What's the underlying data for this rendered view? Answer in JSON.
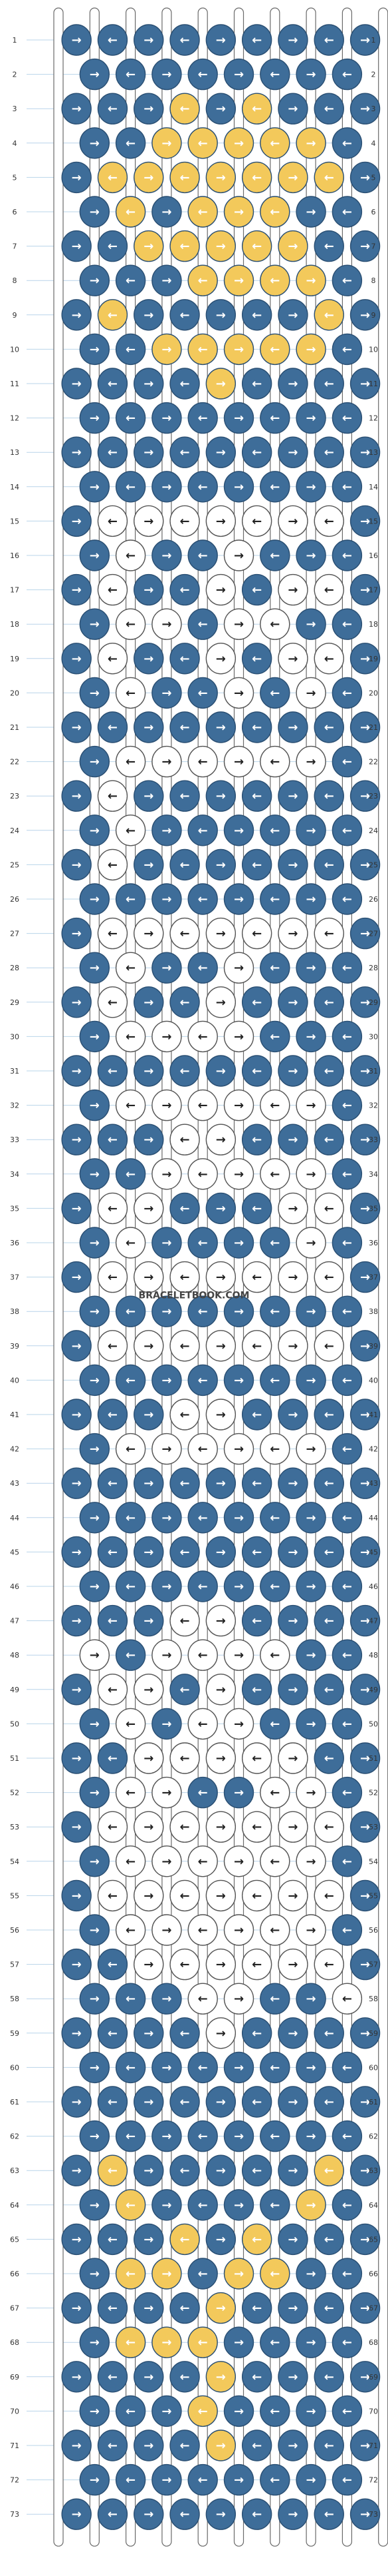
{
  "pattern": {
    "site": "BRACELETBOOK.COM",
    "rows": 73,
    "colors": {
      "blue": "#3e6d99",
      "white": "#ffffff",
      "yellow": "#f3c95b",
      "strand_outline": "#6a6a6a",
      "rowline": "#b9d4ea"
    },
    "strand_colors": [
      "blue",
      "blue",
      "blue",
      "blue",
      "blue",
      "blue",
      "blue",
      "blue",
      "blue",
      "blue"
    ],
    "rows_data": [
      {
        "row": 1,
        "knots": [
          "B",
          "B",
          "B",
          "B",
          "B",
          "B",
          "B",
          "B",
          "B"
        ]
      },
      {
        "row": 2,
        "knots": [
          "B",
          "B",
          "B",
          "B",
          "B",
          "B",
          "B",
          "B"
        ]
      },
      {
        "row": 3,
        "knots": [
          "B",
          "B",
          "B",
          "Y",
          "B",
          "Y",
          "B",
          "B",
          "B"
        ]
      },
      {
        "row": 4,
        "knots": [
          "B",
          "B",
          "Y",
          "Y",
          "Y",
          "Y",
          "Y",
          "B"
        ]
      },
      {
        "row": 5,
        "knots": [
          "B",
          "Y",
          "Y",
          "Y",
          "Y",
          "Y",
          "Y",
          "Y",
          "B"
        ]
      },
      {
        "row": 6,
        "knots": [
          "B",
          "Y",
          "B",
          "Y",
          "Y",
          "Y",
          "B",
          "B"
        ]
      },
      {
        "row": 7,
        "knots": [
          "B",
          "B",
          "Y",
          "Y",
          "Y",
          "Y",
          "Y",
          "B",
          "B"
        ]
      },
      {
        "row": 8,
        "knots": [
          "B",
          "B",
          "B",
          "Y",
          "Y",
          "Y",
          "Y",
          "B"
        ]
      },
      {
        "row": 9,
        "knots": [
          "B",
          "Y",
          "B",
          "B",
          "B",
          "B",
          "B",
          "Y",
          "B"
        ]
      },
      {
        "row": 10,
        "knots": [
          "B",
          "B",
          "Y",
          "Y",
          "Y",
          "Y",
          "Y",
          "B"
        ]
      },
      {
        "row": 11,
        "knots": [
          "B",
          "B",
          "B",
          "B",
          "Y",
          "B",
          "B",
          "B",
          "B"
        ]
      },
      {
        "row": 12,
        "knots": [
          "B",
          "B",
          "B",
          "B",
          "B",
          "B",
          "B",
          "B"
        ]
      },
      {
        "row": 13,
        "knots": [
          "B",
          "B",
          "B",
          "B",
          "B",
          "B",
          "B",
          "B",
          "B"
        ]
      },
      {
        "row": 14,
        "knots": [
          "B",
          "B",
          "B",
          "B",
          "B",
          "B",
          "B",
          "B"
        ]
      },
      {
        "row": 15,
        "knots": [
          "B",
          "W",
          "W",
          "W",
          "W",
          "W",
          "W",
          "W",
          "B"
        ]
      },
      {
        "row": 16,
        "knots": [
          "B",
          "W",
          "B",
          "B",
          "W",
          "B",
          "B",
          "B"
        ]
      },
      {
        "row": 17,
        "knots": [
          "B",
          "W",
          "B",
          "B",
          "W",
          "B",
          "W",
          "W",
          "B"
        ]
      },
      {
        "row": 18,
        "knots": [
          "B",
          "W",
          "W",
          "B",
          "W",
          "W",
          "B",
          "B"
        ]
      },
      {
        "row": 19,
        "knots": [
          "B",
          "W",
          "B",
          "B",
          "W",
          "B",
          "W",
          "W",
          "B"
        ]
      },
      {
        "row": 20,
        "knots": [
          "B",
          "W",
          "B",
          "B",
          "W",
          "B",
          "W",
          "B"
        ]
      },
      {
        "row": 21,
        "knots": [
          "B",
          "B",
          "B",
          "B",
          "B",
          "B",
          "B",
          "B",
          "B"
        ]
      },
      {
        "row": 22,
        "knots": [
          "B",
          "W",
          "W",
          "W",
          "W",
          "W",
          "W",
          "B"
        ]
      },
      {
        "row": 23,
        "knots": [
          "B",
          "W",
          "B",
          "B",
          "B",
          "B",
          "B",
          "B",
          "B"
        ]
      },
      {
        "row": 24,
        "knots": [
          "B",
          "W",
          "B",
          "B",
          "B",
          "B",
          "B",
          "B"
        ]
      },
      {
        "row": 25,
        "knots": [
          "B",
          "W",
          "B",
          "B",
          "B",
          "B",
          "B",
          "B",
          "B"
        ]
      },
      {
        "row": 26,
        "knots": [
          "B",
          "B",
          "B",
          "B",
          "B",
          "B",
          "B",
          "B"
        ]
      },
      {
        "row": 27,
        "knots": [
          "B",
          "W",
          "W",
          "W",
          "W",
          "W",
          "W",
          "W",
          "B"
        ]
      },
      {
        "row": 28,
        "knots": [
          "B",
          "W",
          "B",
          "B",
          "W",
          "B",
          "B",
          "B"
        ]
      },
      {
        "row": 29,
        "knots": [
          "B",
          "W",
          "B",
          "B",
          "W",
          "B",
          "B",
          "B",
          "B"
        ]
      },
      {
        "row": 30,
        "knots": [
          "B",
          "W",
          "W",
          "W",
          "W",
          "B",
          "B",
          "B"
        ]
      },
      {
        "row": 31,
        "knots": [
          "B",
          "B",
          "B",
          "B",
          "B",
          "B",
          "B",
          "B",
          "B"
        ]
      },
      {
        "row": 32,
        "knots": [
          "B",
          "W",
          "W",
          "W",
          "W",
          "W",
          "W",
          "B"
        ]
      },
      {
        "row": 33,
        "knots": [
          "B",
          "B",
          "B",
          "W",
          "W",
          "B",
          "B",
          "B",
          "B"
        ]
      },
      {
        "row": 34,
        "knots": [
          "B",
          "B",
          "W",
          "W",
          "W",
          "W",
          "W",
          "B"
        ]
      },
      {
        "row": 35,
        "knots": [
          "B",
          "W",
          "W",
          "B",
          "B",
          "B",
          "W",
          "W",
          "B"
        ]
      },
      {
        "row": 36,
        "knots": [
          "B",
          "W",
          "B",
          "B",
          "B",
          "B",
          "W",
          "B"
        ]
      },
      {
        "row": 37,
        "knots": [
          "B",
          "W",
          "W",
          "W",
          "W",
          "W",
          "W",
          "W",
          "B"
        ]
      },
      {
        "row": 38,
        "knots": [
          "B",
          "B",
          "B",
          "B",
          "B",
          "B",
          "B",
          "B"
        ]
      },
      {
        "row": 39,
        "knots": [
          "B",
          "W",
          "W",
          "W",
          "W",
          "W",
          "W",
          "W",
          "B"
        ]
      },
      {
        "row": 40,
        "knots": [
          "B",
          "B",
          "B",
          "B",
          "B",
          "B",
          "B",
          "B"
        ]
      },
      {
        "row": 41,
        "knots": [
          "B",
          "B",
          "B",
          "W",
          "W",
          "B",
          "B",
          "B",
          "B"
        ]
      },
      {
        "row": 42,
        "knots": [
          "B",
          "W",
          "W",
          "W",
          "W",
          "W",
          "W",
          "B"
        ]
      },
      {
        "row": 43,
        "knots": [
          "B",
          "B",
          "B",
          "B",
          "B",
          "B",
          "B",
          "B",
          "B"
        ]
      },
      {
        "row": 44,
        "knots": [
          "B",
          "B",
          "B",
          "B",
          "B",
          "B",
          "B",
          "B"
        ]
      },
      {
        "row": 45,
        "knots": [
          "B",
          "B",
          "B",
          "B",
          "B",
          "B",
          "B",
          "B",
          "B"
        ]
      },
      {
        "row": 46,
        "knots": [
          "B",
          "B",
          "B",
          "B",
          "B",
          "B",
          "B",
          "B"
        ]
      },
      {
        "row": 47,
        "knots": [
          "B",
          "B",
          "B",
          "W",
          "W",
          "B",
          "B",
          "B",
          "B"
        ]
      },
      {
        "row": 48,
        "knots": [
          "W",
          "B",
          "W",
          "W",
          "W",
          "W",
          "B",
          "B"
        ]
      },
      {
        "row": 49,
        "knots": [
          "B",
          "W",
          "W",
          "B",
          "W",
          "B",
          "B",
          "B",
          "B"
        ]
      },
      {
        "row": 50,
        "knots": [
          "B",
          "W",
          "B",
          "W",
          "W",
          "B",
          "B",
          "B"
        ]
      },
      {
        "row": 51,
        "knots": [
          "B",
          "B",
          "W",
          "W",
          "W",
          "W",
          "W",
          "B",
          "B"
        ]
      },
      {
        "row": 52,
        "knots": [
          "B",
          "W",
          "W",
          "B",
          "B",
          "W",
          "W",
          "B"
        ]
      },
      {
        "row": 53,
        "knots": [
          "B",
          "W",
          "W",
          "W",
          "W",
          "W",
          "W",
          "W",
          "B"
        ]
      },
      {
        "row": 54,
        "knots": [
          "B",
          "W",
          "W",
          "W",
          "W",
          "W",
          "W",
          "B"
        ]
      },
      {
        "row": 55,
        "knots": [
          "B",
          "W",
          "W",
          "W",
          "W",
          "W",
          "W",
          "W",
          "B"
        ]
      },
      {
        "row": 56,
        "knots": [
          "B",
          "W",
          "W",
          "W",
          "W",
          "W",
          "W",
          "B"
        ]
      },
      {
        "row": 57,
        "knots": [
          "B",
          "B",
          "W",
          "W",
          "W",
          "W",
          "W",
          "W",
          "B"
        ]
      },
      {
        "row": 58,
        "knots": [
          "B",
          "B",
          "B",
          "W",
          "W",
          "B",
          "B",
          "W"
        ]
      },
      {
        "row": 59,
        "knots": [
          "B",
          "B",
          "B",
          "B",
          "W",
          "B",
          "B",
          "B",
          "B"
        ]
      },
      {
        "row": 60,
        "knots": [
          "B",
          "B",
          "B",
          "B",
          "B",
          "B",
          "B",
          "B"
        ]
      },
      {
        "row": 61,
        "knots": [
          "B",
          "B",
          "B",
          "B",
          "B",
          "B",
          "B",
          "B",
          "B"
        ]
      },
      {
        "row": 62,
        "knots": [
          "B",
          "B",
          "B",
          "B",
          "B",
          "B",
          "B",
          "B"
        ]
      },
      {
        "row": 63,
        "knots": [
          "B",
          "Y",
          "B",
          "B",
          "B",
          "B",
          "B",
          "Y",
          "B"
        ]
      },
      {
        "row": 64,
        "knots": [
          "B",
          "Y",
          "B",
          "B",
          "B",
          "B",
          "Y",
          "B"
        ]
      },
      {
        "row": 65,
        "knots": [
          "B",
          "B",
          "B",
          "Y",
          "B",
          "Y",
          "B",
          "B",
          "B"
        ]
      },
      {
        "row": 66,
        "knots": [
          "B",
          "Y",
          "Y",
          "B",
          "Y",
          "Y",
          "B",
          "B"
        ]
      },
      {
        "row": 67,
        "knots": [
          "B",
          "B",
          "B",
          "B",
          "Y",
          "B",
          "B",
          "B",
          "B"
        ]
      },
      {
        "row": 68,
        "knots": [
          "B",
          "Y",
          "Y",
          "Y",
          "B",
          "B",
          "B",
          "B"
        ]
      },
      {
        "row": 69,
        "knots": [
          "B",
          "B",
          "B",
          "B",
          "Y",
          "B",
          "B",
          "B",
          "B"
        ]
      },
      {
        "row": 70,
        "knots": [
          "B",
          "B",
          "B",
          "Y",
          "B",
          "B",
          "B",
          "B"
        ]
      },
      {
        "row": 71,
        "knots": [
          "B",
          "B",
          "B",
          "B",
          "Y",
          "B",
          "B",
          "B",
          "B"
        ]
      },
      {
        "row": 72,
        "knots": [
          "B",
          "B",
          "B",
          "B",
          "B",
          "B",
          "B",
          "B"
        ]
      },
      {
        "row": 73,
        "knots": [
          "B",
          "B",
          "B",
          "B",
          "B",
          "B",
          "B",
          "B",
          "B"
        ]
      }
    ]
  }
}
